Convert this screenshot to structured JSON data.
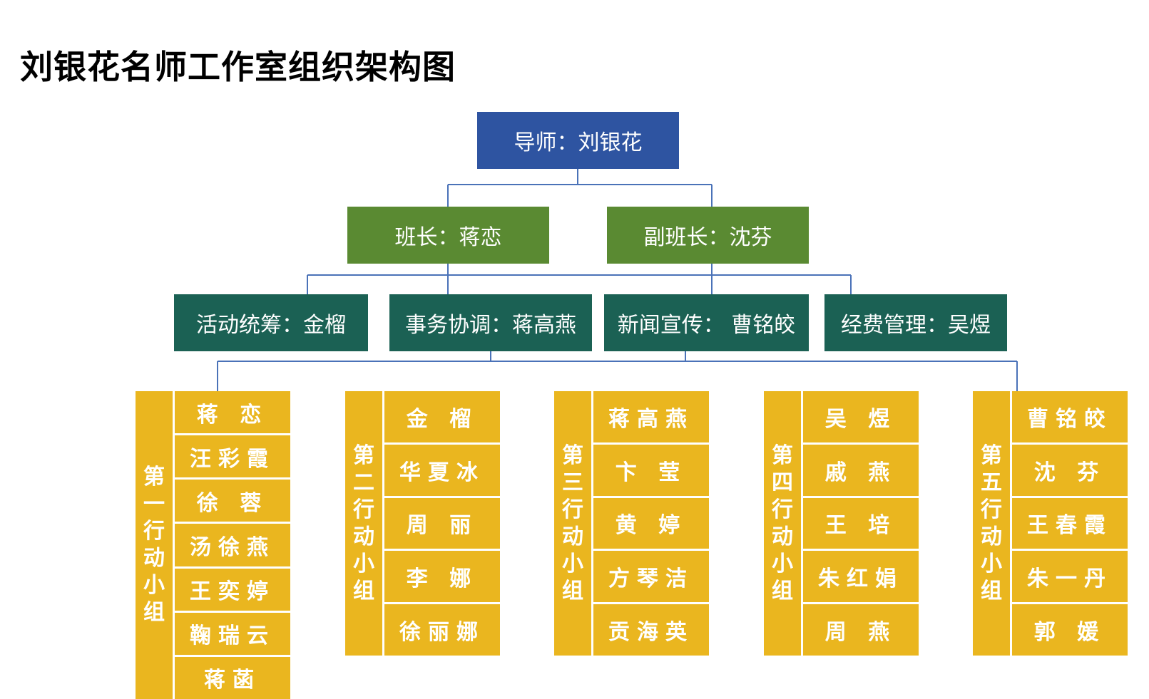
{
  "title": "刘银花名师工作室组织架构图",
  "mentor": "导师：刘银花",
  "leads": [
    "班长：蒋恋",
    "副班长：沈芬"
  ],
  "departments": [
    "活动统筹：金榴",
    "事务协调：蒋高燕",
    "新闻宣传： 曹铭皎",
    "经费管理：吴煜"
  ],
  "groups": [
    {
      "label": "第一行动小组",
      "members": [
        "蒋 恋",
        "汪彩霞",
        "徐 蓉",
        "汤徐燕",
        "王奕婷",
        "鞠瑞云",
        "蒋菡"
      ]
    },
    {
      "label": "第二行动小组",
      "members": [
        "金 榴",
        "华夏冰",
        "周 丽",
        "李 娜",
        "徐丽娜"
      ]
    },
    {
      "label": "第三行动小组",
      "members": [
        "蒋高燕",
        "卞 莹",
        "黄 婷",
        "方琴洁",
        "贡海英"
      ]
    },
    {
      "label": "第四行动小组",
      "members": [
        "吴 煜",
        "戚 燕",
        "王 培",
        "朱红娟",
        "周 燕"
      ]
    },
    {
      "label": "第五行动小组",
      "members": [
        "曹铭皎",
        "沈 芬",
        "王春霞",
        "朱一丹",
        "郭 媛"
      ]
    }
  ],
  "colors": {
    "mentor": "#2e54a1",
    "lead": "#5a8a32",
    "department": "#1b6154",
    "group": "#eab61f",
    "connector": "#4a72b8"
  }
}
